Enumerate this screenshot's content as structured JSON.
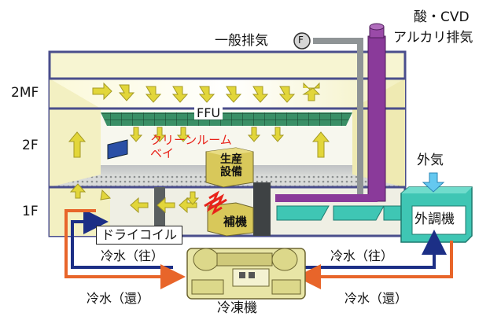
{
  "floors": {
    "mf2": "2MF",
    "f2": "2F",
    "f1": "1F"
  },
  "labels": {
    "general_exhaust": "一般排気",
    "fan_symbol": "F",
    "acid_cvd_line1": "酸・CVD",
    "acid_cvd_line2": "アルカリ排気",
    "ffu": "FFU",
    "cleanroom_line1": "クリーンルーム",
    "cleanroom_line2": "ベイ",
    "production_line1": "生産",
    "production_line2": "設備",
    "auxiliary": "補機",
    "outside_air": "外気",
    "air_handler": "外調機",
    "dry_coil": "ドライコイル",
    "chiller": "冷凍機",
    "chilled_supply_left": "冷水（往）",
    "chilled_supply_right": "冷水（往）",
    "chilled_return_left": "冷水（還）",
    "chilled_return_right": "冷水（還）"
  },
  "colors": {
    "building_frame": "#4a4e8c",
    "wall_fill": "#f4f2c8",
    "exhaust_duct": "#8a3a9a",
    "supply_pipe": "#1c2f86",
    "return_pipe": "#e8652a",
    "ahu_fill": "#3fc6b4",
    "airflow_arrow": "#e2d63a",
    "label_red": "#e8231a"
  }
}
